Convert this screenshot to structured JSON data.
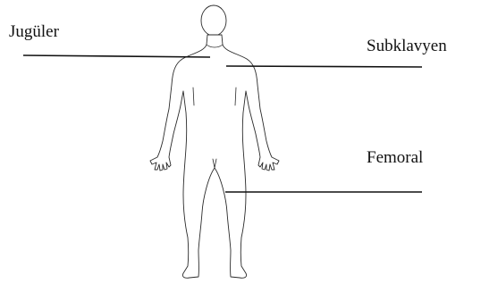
{
  "labels": {
    "jugular": "Jugüler",
    "subclavian": "Subklavyen",
    "femoral": "Femoral"
  },
  "colors": {
    "line": "#111111",
    "outline": "#2a2a2a",
    "background": "#ffffff"
  }
}
